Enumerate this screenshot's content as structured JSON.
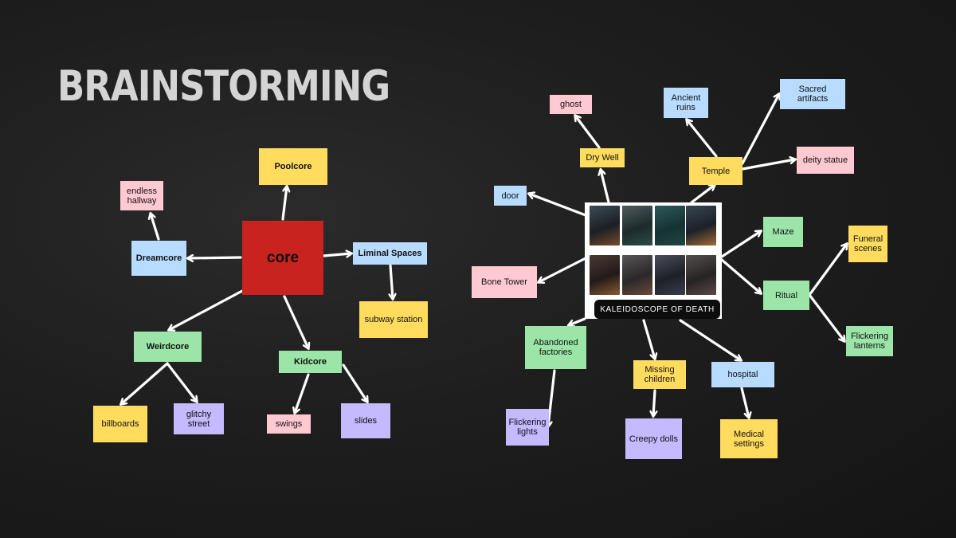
{
  "title": "BRAINSTORMING",
  "core": "core",
  "poster_label": "KALEIDOSCOPE OF DEATH",
  "notes": {
    "poolcore": "Poolcore",
    "endless_hallway": "endless hallway",
    "dreamcore": "Dreamcore",
    "liminal_spaces": "Liminal Spaces",
    "subway_station": "subway station",
    "weirdcore": "Weirdcore",
    "billboards": "billboards",
    "glitchy_street": "glitchy street",
    "kidcore": "Kidcore",
    "swings": "swings",
    "slides": "slides",
    "ghost": "ghost",
    "dry_well": "Dry Well",
    "ancient_ruins": "Ancient ruins",
    "sacred_artifacts": "Sacred artifacts",
    "temple": "Temple",
    "deity_statue": "deity statue",
    "door": "door",
    "bone_tower": "Bone Tower",
    "maze": "Maze",
    "funeral_scenes": "Funeral scenes",
    "ritual": "Ritual",
    "flickering_lanterns": "Flickering lanterns",
    "abandoned_factories": "Abandoned factories",
    "missing_children": "Missing children",
    "hospital": "hospital",
    "flickering_lights": "Flickering lights",
    "creepy_dolls": "Creepy dolls",
    "medical_settings": "Medical settings"
  },
  "colors": {
    "yellow": "#ffdc5e",
    "pink": "#ffc9d2",
    "blue": "#b7dcff",
    "green": "#9be5a8",
    "purple": "#c5b9ff",
    "core": "#c8231e",
    "arrow": "#ffffff"
  }
}
